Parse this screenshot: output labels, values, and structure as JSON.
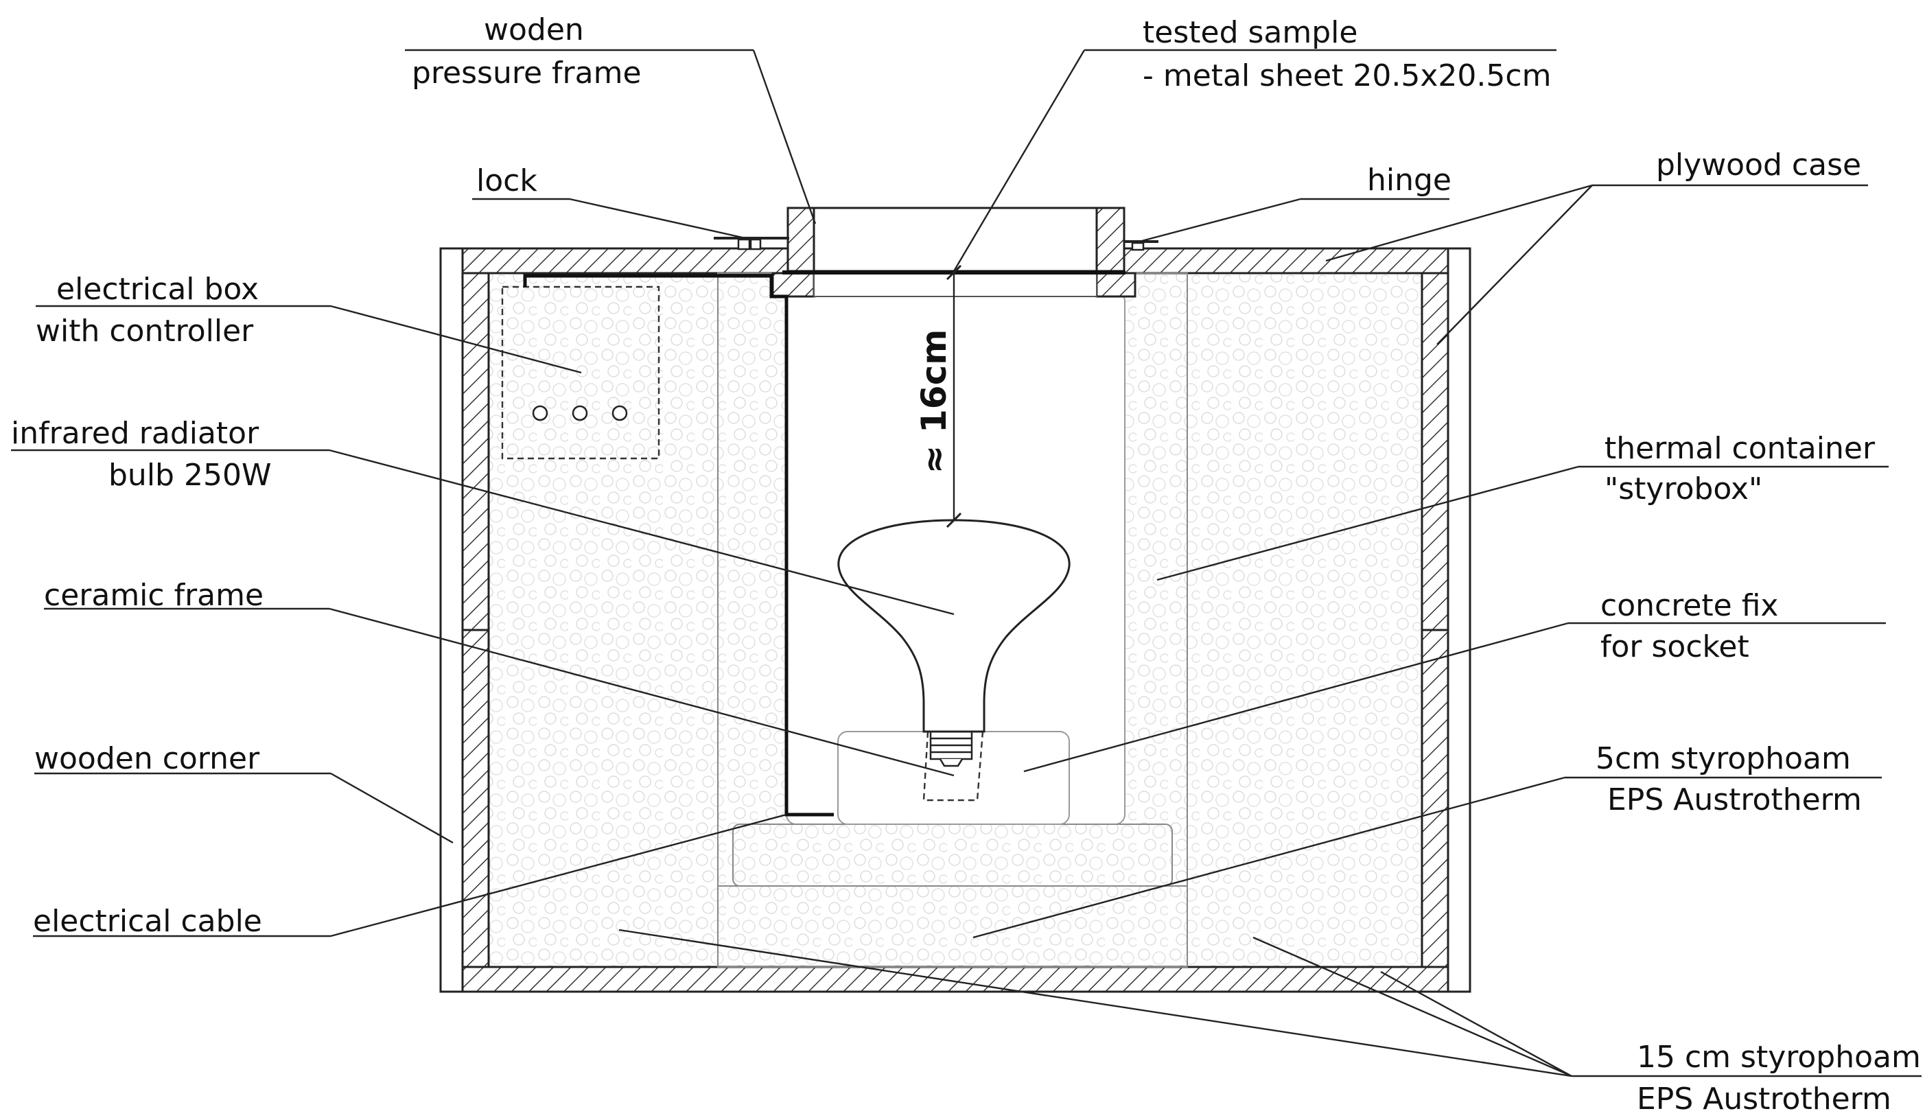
{
  "diagram": {
    "dimension": "≈ 16cm",
    "labels": {
      "woden_1": "woden",
      "woden_2": "pressure frame",
      "sample_1": "tested sample",
      "sample_2": "- metal sheet 20.5x20.5cm",
      "lock": "lock",
      "hinge": "hinge",
      "plywood": "plywood case",
      "ebox_1": "electrical box",
      "ebox_2": "with controller",
      "ir_1": "infrared radiator",
      "ir_2": "bulb 250W",
      "thermal_1": "thermal container",
      "thermal_2": "\"styrobox\"",
      "ceramic": "ceramic frame",
      "concrete_1": "concrete fix",
      "concrete_2": "for socket",
      "corner": "wooden corner",
      "eps5_1": "5cm styrophoam",
      "eps5_2": "EPS Austrotherm",
      "cable": "electrical cable",
      "eps15_1": "15 cm styrophoam",
      "eps15_2": "EPS Austrotherm"
    }
  }
}
